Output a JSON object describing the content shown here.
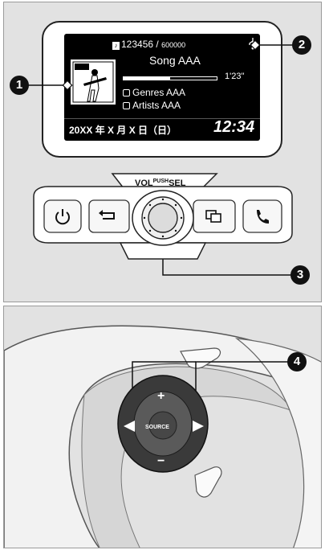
{
  "display": {
    "track_number": "123456",
    "track_separator": "/",
    "track_total": "600000",
    "song": "Song AAA",
    "elapsed": "1'23''",
    "progress": 0.5,
    "genre": "Genres AAA",
    "artist": "Artists AAA",
    "date": "20XX 年  X 月  X 日（日）",
    "clock": "12:34"
  },
  "controls": {
    "vol_label": "VOL",
    "push_label": "PUSH",
    "sel_label": "SEL"
  },
  "steering": {
    "source_label": "SOURCE",
    "plus_label": "+",
    "minus_label": "−"
  },
  "callouts": [
    "1",
    "2",
    "3",
    "4"
  ],
  "icons": {
    "power": "power-icon",
    "back": "back-icon",
    "menu": "menu-icon",
    "phone": "phone-icon",
    "usb": "usb-icon"
  }
}
